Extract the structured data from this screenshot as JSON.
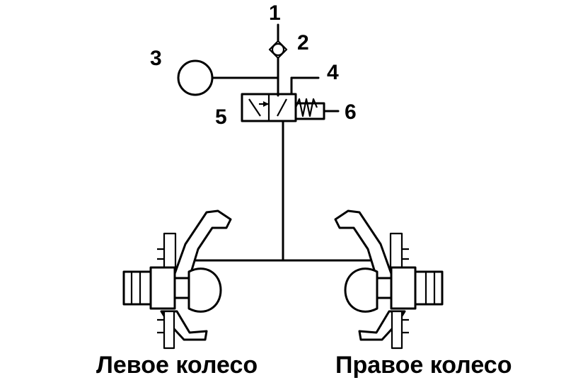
{
  "labels": {
    "callout_1": "1",
    "callout_2": "2",
    "callout_3": "3",
    "callout_4": "4",
    "callout_5": "5",
    "callout_6": "6"
  },
  "captions": {
    "left_wheel": "Левое колесо",
    "right_wheel": "Правое колесо"
  },
  "colors": {
    "ink": "#000000",
    "background": "#ffffff"
  }
}
